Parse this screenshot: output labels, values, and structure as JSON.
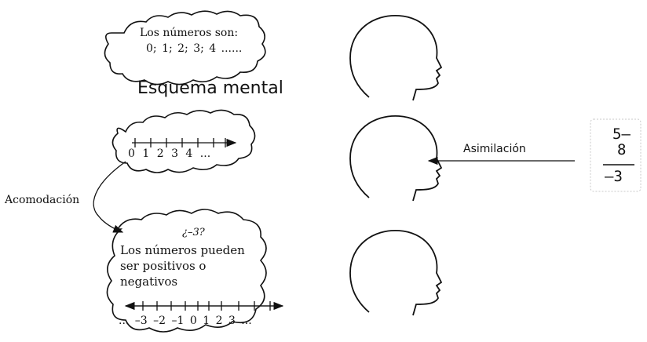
{
  "bubble_top": {
    "line1": "Los números son:",
    "line2": "0; 1; 2; 3; 4 ......"
  },
  "heading": "Esquema mental",
  "bubble_middle": {
    "number_line": "0 1 2 3 4 ..."
  },
  "acomodacion_label": "Acomodación",
  "asimilacion_label": "Asimilación",
  "bubble_bottom": {
    "question": "¿–3?",
    "line1": "Los números pueden",
    "line2": "ser positivos o",
    "line3": "negativos",
    "number_line": "... –3 –2 –1 0 1 2 3 ..."
  },
  "operation": {
    "top": "5–",
    "middle": "8",
    "result": "–3"
  }
}
